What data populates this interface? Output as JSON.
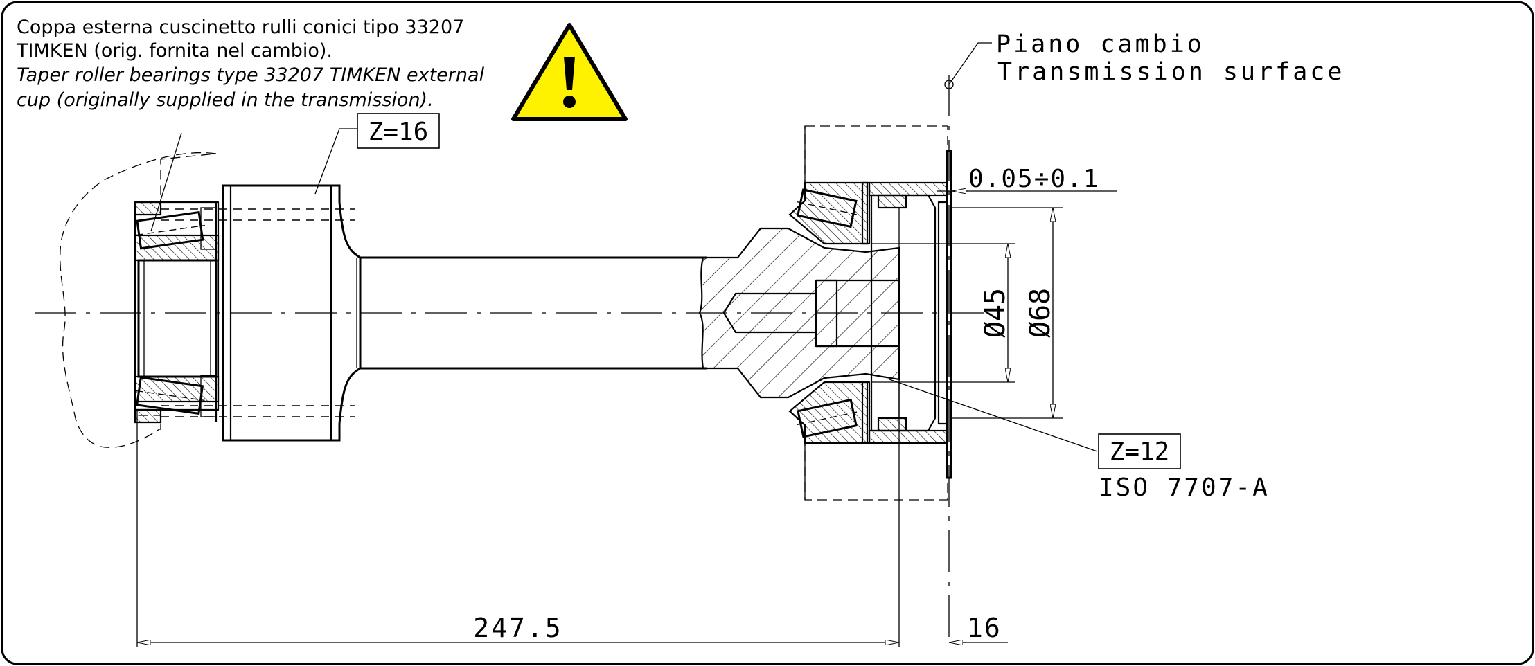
{
  "note": {
    "it_line1": "Coppa esterna cuscinetto rulli conici tipo 33207",
    "it_line2": "TIMKEN (orig. fornita nel cambio).",
    "en_line1": "Taper roller bearings type 33207 TIMKEN external",
    "en_line2": "cup (originally supplied in the transmission)."
  },
  "warning": {
    "icon": "warning-triangle-icon",
    "fill": "#FFF200",
    "glyph": "!"
  },
  "plane": {
    "label_it": "Piano cambio",
    "label_en": "Transmission surface"
  },
  "gear_left": {
    "label": "Z=16"
  },
  "spline_right": {
    "label": "Z=12",
    "standard": "ISO 7707-A"
  },
  "dimensions": {
    "clearance": "0.05÷0.1",
    "dia_inner": "Ø45",
    "dia_outer": "Ø68",
    "length_main": "247.5",
    "length_offset": "16"
  },
  "colors": {
    "ink": "#000000",
    "paper": "#FFFFFF",
    "warning": "#FFF200"
  }
}
